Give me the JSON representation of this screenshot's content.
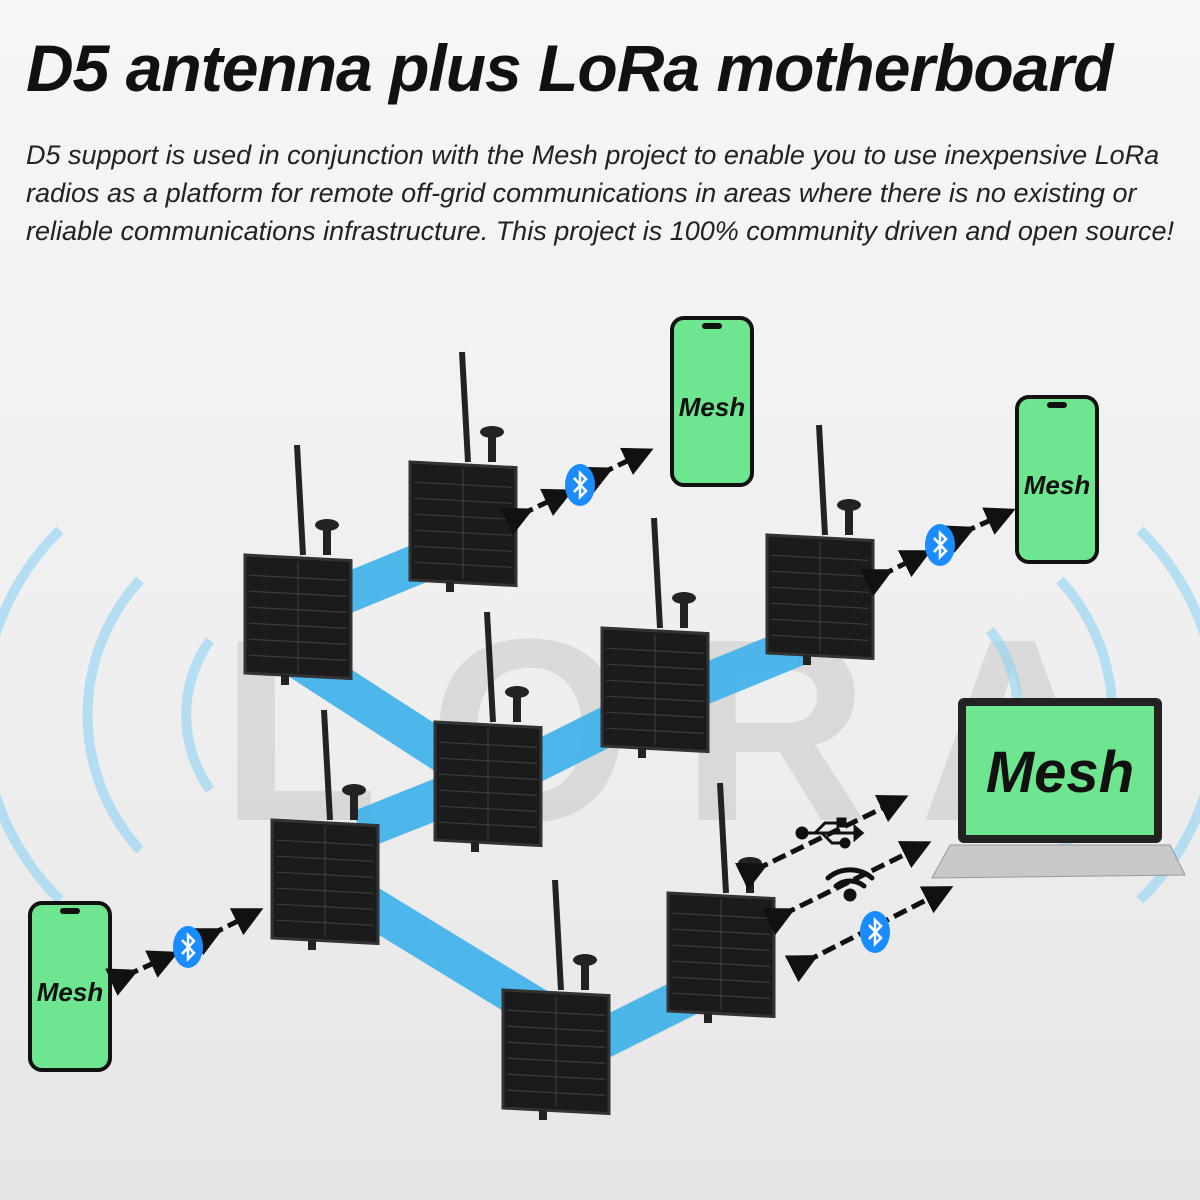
{
  "title": "D5 antenna plus LoRa motherboard",
  "description": "D5 support is used in conjunction with the Mesh  project to enable you to use inexpensive LoRa radios as a platform for remote off-grid communications in areas where there is no existing or reliable communications infrastructure. This project is 100% community driven and open source!",
  "watermark": "LORA",
  "phones": [
    {
      "label": "Mesh"
    },
    {
      "label": "Mesh"
    },
    {
      "label": "Mesh"
    }
  ],
  "laptop": {
    "label": "Mesh"
  },
  "colors": {
    "mesh_green": "#6ee68f",
    "link_blue": "#45b4ea",
    "bluetooth": "#1a8cff",
    "panel": "#1b1b1b"
  },
  "icons": [
    "bluetooth-icon",
    "usb-icon",
    "wifi-icon"
  ]
}
